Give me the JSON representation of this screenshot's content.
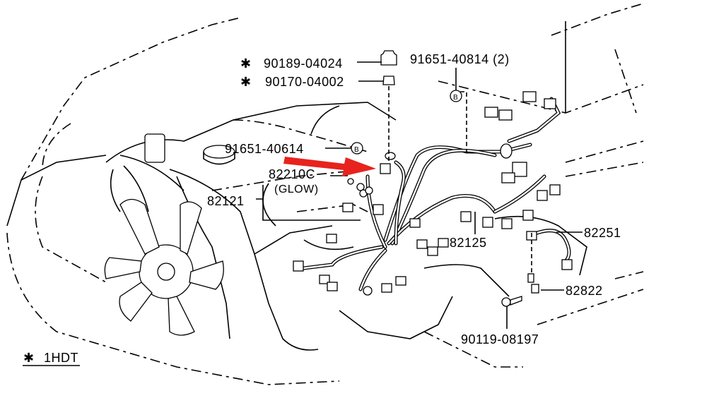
{
  "diagram": {
    "callouts": [
      {
        "part": "90189-04024",
        "marker": "✱"
      },
      {
        "part": "90170-04002",
        "marker": "✱"
      },
      {
        "part": "91651-40814 (2)"
      },
      {
        "part": "91651-40614"
      },
      {
        "part": "82210C",
        "note": "(GLOW)"
      },
      {
        "part": "82121"
      },
      {
        "part": "82125"
      },
      {
        "part": "82251"
      },
      {
        "part": "82822"
      },
      {
        "part": "90119-08197"
      }
    ],
    "legend": {
      "marker": "✱",
      "text": "1HDT"
    },
    "arrow_color": "#e8231d"
  }
}
